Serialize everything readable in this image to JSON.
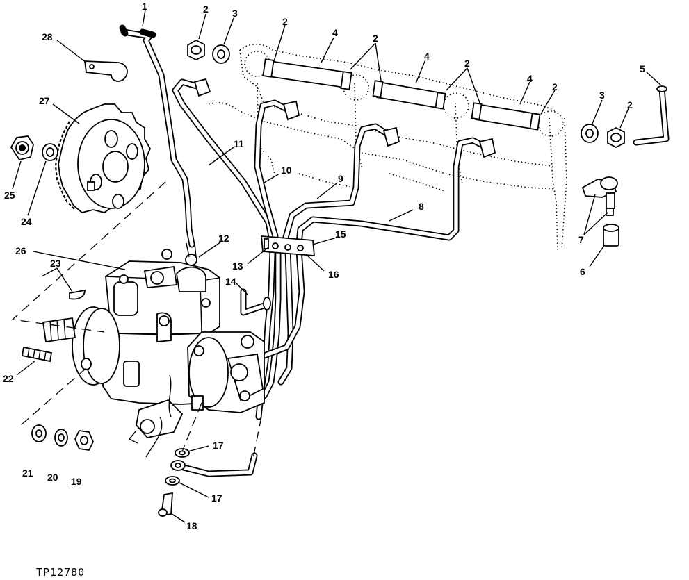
{
  "figure_id": "TP12780",
  "callouts": [
    {
      "key": "c1",
      "label": "1"
    },
    {
      "key": "c2a",
      "label": "2"
    },
    {
      "key": "c3a",
      "label": "3"
    },
    {
      "key": "c2b",
      "label": "2"
    },
    {
      "key": "c4a",
      "label": "4"
    },
    {
      "key": "c2c",
      "label": "2"
    },
    {
      "key": "c4b",
      "label": "4"
    },
    {
      "key": "c2d",
      "label": "2"
    },
    {
      "key": "c4c",
      "label": "4"
    },
    {
      "key": "c2e",
      "label": "2"
    },
    {
      "key": "c3b",
      "label": "3"
    },
    {
      "key": "c2f",
      "label": "2"
    },
    {
      "key": "c5",
      "label": "5"
    },
    {
      "key": "c28",
      "label": "28"
    },
    {
      "key": "c27",
      "label": "27"
    },
    {
      "key": "c25",
      "label": "25"
    },
    {
      "key": "c24",
      "label": "24"
    },
    {
      "key": "c11",
      "label": "11"
    },
    {
      "key": "c10",
      "label": "10"
    },
    {
      "key": "c9",
      "label": "9"
    },
    {
      "key": "c8",
      "label": "8"
    },
    {
      "key": "c15",
      "label": "15"
    },
    {
      "key": "c7",
      "label": "7"
    },
    {
      "key": "c6",
      "label": "6"
    },
    {
      "key": "c12",
      "label": "12"
    },
    {
      "key": "c13",
      "label": "13"
    },
    {
      "key": "c16",
      "label": "16"
    },
    {
      "key": "c26",
      "label": "26"
    },
    {
      "key": "c23",
      "label": "23"
    },
    {
      "key": "c14",
      "label": "14"
    },
    {
      "key": "c22",
      "label": "22"
    },
    {
      "key": "c17a",
      "label": "17"
    },
    {
      "key": "c17b",
      "label": "17"
    },
    {
      "key": "c18",
      "label": "18"
    },
    {
      "key": "c21",
      "label": "21"
    },
    {
      "key": "c20",
      "label": "20"
    },
    {
      "key": "c19",
      "label": "19"
    }
  ]
}
